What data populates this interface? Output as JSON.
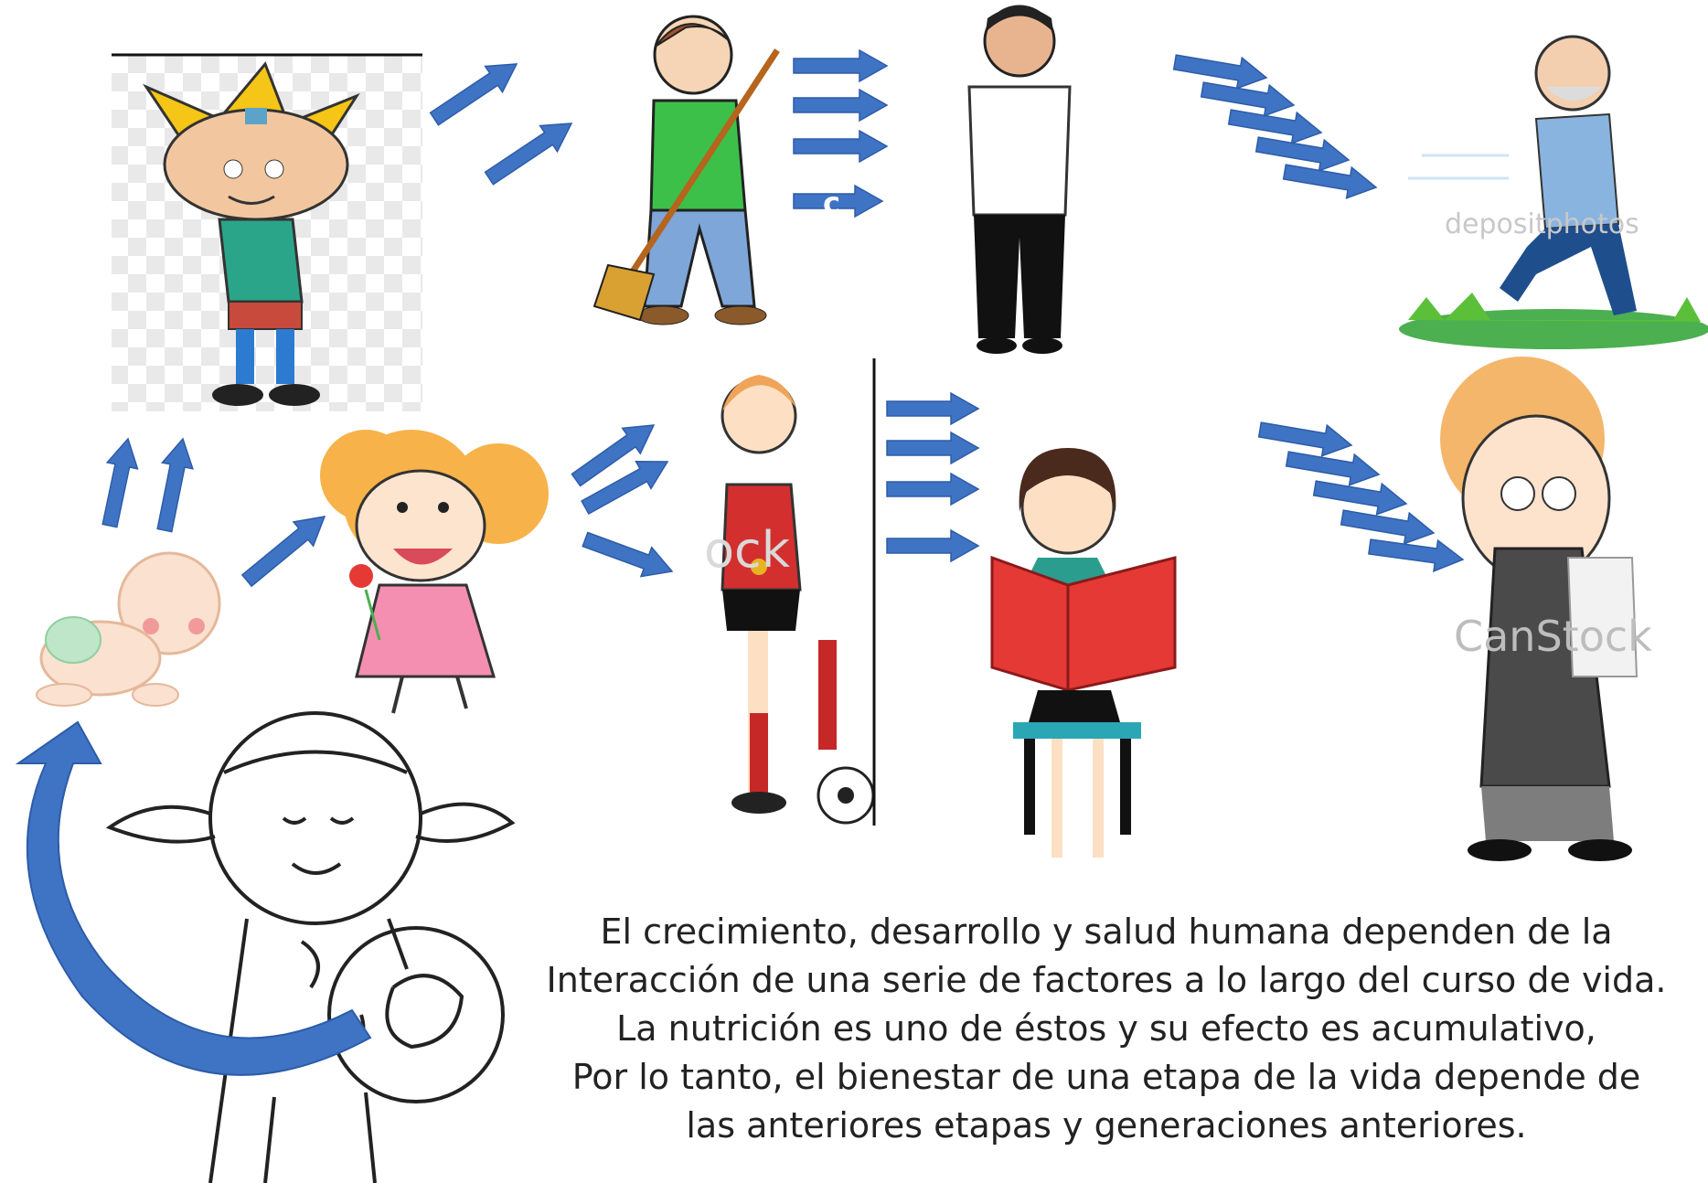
{
  "caption": [
    "El crecimiento, desarrollo y salud humana dependen de la",
    "Interacción de una serie de factores a lo largo del curso de vida.",
    "La nutrición es uno de éstos y su efecto es acumulativo,",
    "Por lo tanto, el bienestar de una  etapa de la vida depende de",
    "las anteriores etapas y generaciones anteriores."
  ],
  "arrow_label": "c",
  "watermarks": {
    "depositphotos": "depositphotos",
    "canstock": "CanStock",
    "stock_fragment": "ock"
  },
  "colors": {
    "arrow": "#3f73c4",
    "arrow_dark": "#2d5ca8"
  }
}
